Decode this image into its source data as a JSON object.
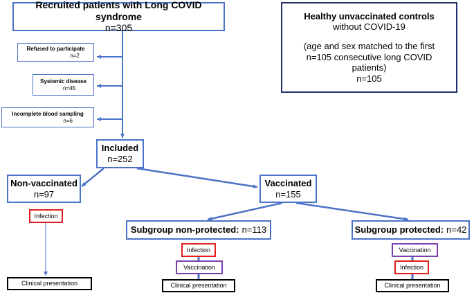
{
  "recruited": {
    "title": "Recruited patients with Long COVID syndrome",
    "n": "n=305"
  },
  "controls": {
    "title": "Healthy unvaccinated controls",
    "line2": "without COVID-19",
    "line3": "(age and sex matched to the first",
    "line4": "n=105 consecutive long COVID",
    "line5": "patients)",
    "n": "n=105"
  },
  "excluded": {
    "refused": {
      "label": "Refused to participate",
      "n": "n=2"
    },
    "systemic": {
      "label": "Systemic disease",
      "n": "n=45"
    },
    "incomplete": {
      "label": "Incomplete blood sampling",
      "n": "n=6"
    }
  },
  "included": {
    "label": "Included",
    "n": "n=252"
  },
  "non_vaccinated": {
    "label": "Non-vaccinated",
    "n": "n=97"
  },
  "vaccinated": {
    "label": "Vaccinated",
    "n": "n=155"
  },
  "subgroup_non_protected": {
    "label": "Subgroup non-protected:",
    "n": "n=113"
  },
  "subgroup_protected": {
    "label": "Subgroup protected:",
    "n": "n=42"
  },
  "steps": {
    "infection": "Infection",
    "vaccination": "Vaccination",
    "clinical_presentation": "Clinical presentation"
  },
  "colors": {
    "connector": "#4a72c6",
    "box_border": "#4a72c6",
    "controls_border": "#1f2d6b",
    "infection_border": "#e01e1e",
    "vaccination_border": "#7b3fb0",
    "clinical_border": "#000000"
  }
}
